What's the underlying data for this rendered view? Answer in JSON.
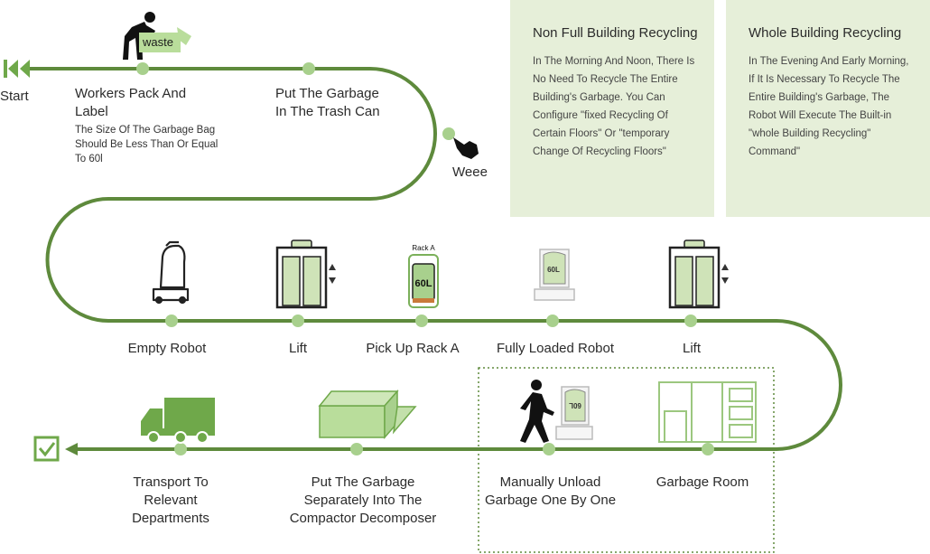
{
  "start_label": "Start",
  "steps": {
    "pack": {
      "title": "Workers Pack And Label",
      "note": "The Size Of The Garbage Bag Should Be Less Than Or Equal To 60l",
      "tag": "waste"
    },
    "trash_can": "Put The Garbage In The Trash Can",
    "weee": "Weee",
    "empty_robot": "Empty Robot",
    "lift_1": "Lift",
    "pick_rack": "Pick Up Rack A",
    "rack_tag": "Rack A",
    "capacity": "60L",
    "fully_loaded": "Fully Loaded Robot",
    "lift_2": "Lift",
    "garbage_room": "Garbage Room",
    "unload": "Manually Unload Garbage One By One",
    "unload_capacity": "60L",
    "compactor": "Put The Garbage Separately Into The Compactor Decomposer",
    "transport": "Transport To Relevant Departments"
  },
  "info_boxes": [
    {
      "title": "Non Full Building Recycling",
      "body": "In The Morning And Noon, There Is No Need To Recycle The Entire Building's Garbage. You Can Configure \"fixed Recycling Of Certain Floors\" Or \"temporary Change Of Recycling Floors\""
    },
    {
      "title": "Whole Building Recycling",
      "body": "In The Evening And Early Morning, If It Is Necessary To Recycle The Entire Building's Garbage, The Robot Will Execute The Built-in \"whole Building Recycling\" Command\""
    }
  ],
  "colors": {
    "path": "#5e8a3c",
    "node": "#a8d08d",
    "box_fill": "#e6efd9",
    "icon_fill": "#cfe3b8",
    "icon_dark": "#3f5f2a"
  },
  "icons": [
    "rewind-icon",
    "person-bending-icon",
    "pointing-hand-icon",
    "robot-icon",
    "elevator-icon",
    "rack-icon",
    "loaded-robot-icon",
    "garbage-room-icon",
    "walking-person-icon",
    "compactor-icon",
    "truck-icon",
    "checkbox-icon"
  ]
}
